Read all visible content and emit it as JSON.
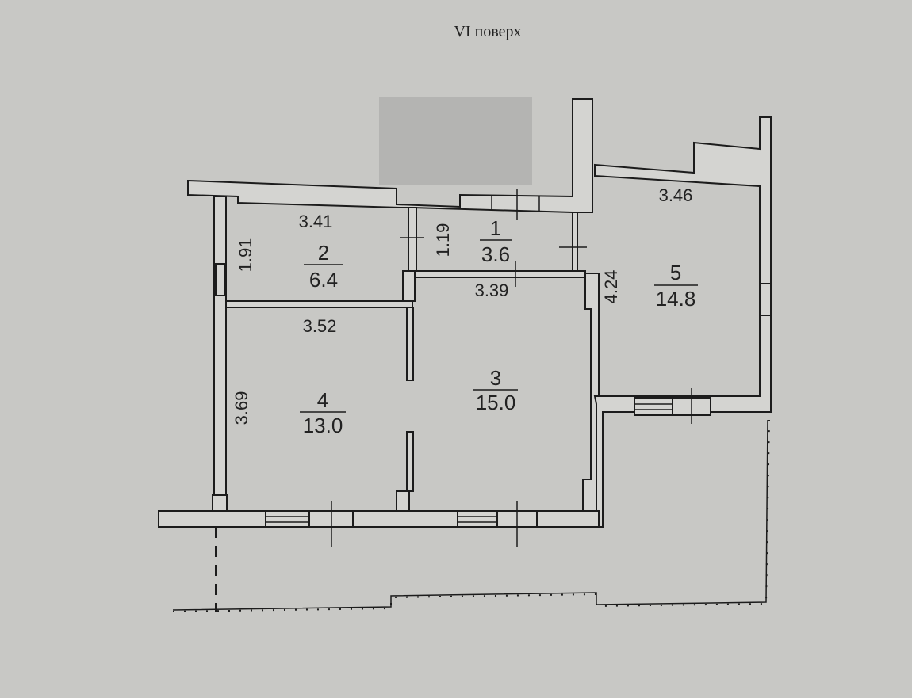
{
  "title": "VI поверх",
  "rooms": [
    {
      "number": "1",
      "area": "3.6"
    },
    {
      "number": "2",
      "area": "6.4"
    },
    {
      "number": "3",
      "area": "15.0"
    },
    {
      "number": "4",
      "area": "13.0"
    },
    {
      "number": "5",
      "area": "14.8"
    }
  ],
  "dimensions": {
    "room2_width": "3.41",
    "room2_depth": "1.91",
    "room1_depth": "1.19",
    "room1_width": "3.39",
    "room4_width": "3.52",
    "room4_depth": "3.69",
    "room5_width": "3.46",
    "room5_depth": "4.24"
  },
  "colors": {
    "paper": "#c8c8c5",
    "lines": "#1c1c1c",
    "redaction": "#b4b4b2"
  }
}
